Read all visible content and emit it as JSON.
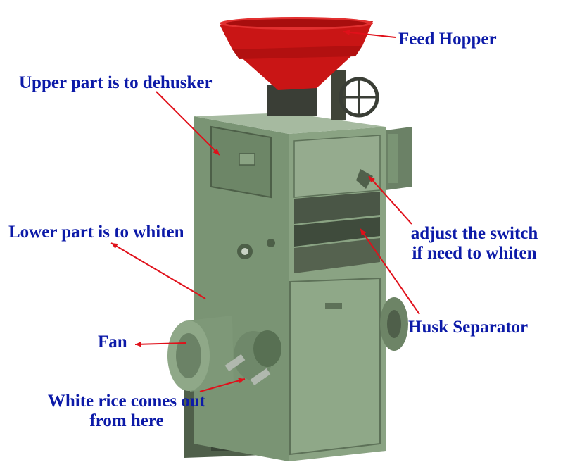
{
  "labels": {
    "feed_hopper": "Feed Hopper",
    "upper_part": "Upper part is to dehusker",
    "lower_part": "Lower part is to whiten",
    "adjust_line1": "adjust the switch",
    "adjust_line2": "if need to whiten",
    "husk_separator": "Husk Separator",
    "fan": "Fan",
    "white_rice_line1": "White rice comes out",
    "white_rice_line2": "from here"
  },
  "colors": {
    "label_text": "#0c1aa8",
    "arrow": "#e0101a",
    "machine_body": "#7e9878",
    "hopper": "#d01818",
    "background": "#ffffff"
  }
}
